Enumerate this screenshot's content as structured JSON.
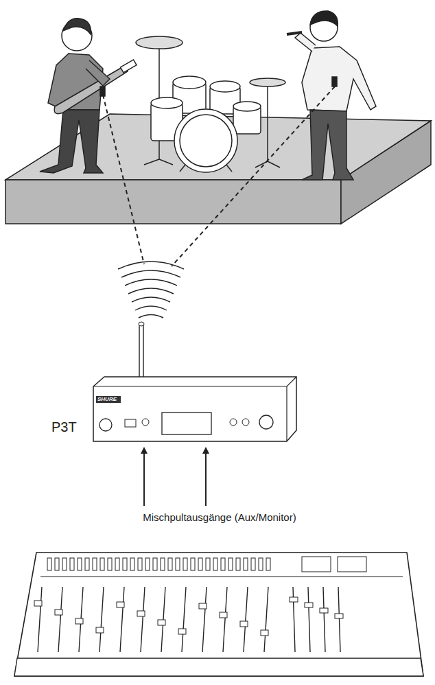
{
  "diagram": {
    "nodes": [
      {
        "text": [
          "P3T"
        ]
      },
      {
        "text": [
          "Mischpultausgänge (Aux/Monitor)"
        ]
      }
    ],
    "edges": [
      {
        "from": 1,
        "to": 0,
        "arrow": "to"
      },
      {
        "from": 1,
        "to": 0,
        "arrow": "to"
      }
    ],
    "labels": [
      "SHURE"
    ]
  }
}
